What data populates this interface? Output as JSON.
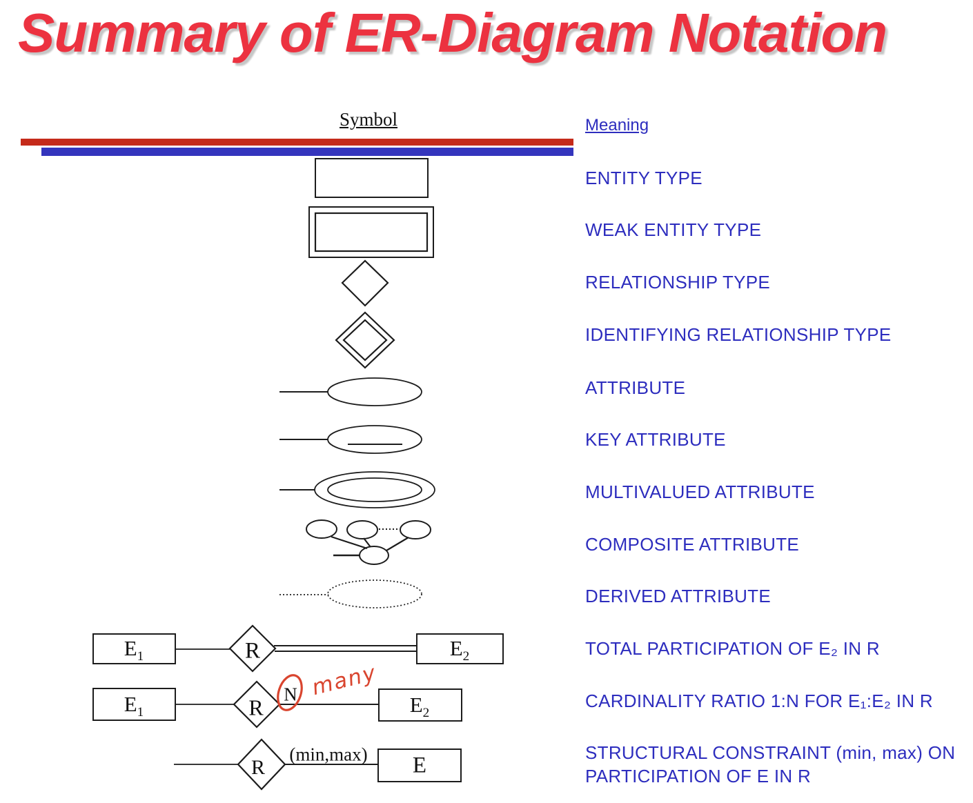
{
  "title": "Summary of ER-Diagram Notation",
  "columns": {
    "symbol": "Symbol",
    "meaning": "Meaning"
  },
  "colors": {
    "title_red": "#ec3240",
    "bar_red": "#c52a1a",
    "bar_blue": "#3435bd",
    "meaning_blue": "#2d2dbe",
    "annotation_red": "#d9452f",
    "line_black": "#1c1c1c"
  },
  "rows": [
    {
      "symbol": "entity-type",
      "meaning": "ENTITY TYPE"
    },
    {
      "symbol": "weak-entity-type",
      "meaning": "WEAK ENTITY TYPE"
    },
    {
      "symbol": "relationship-type",
      "meaning": "RELATIONSHIP TYPE"
    },
    {
      "symbol": "identifying-relationship-type",
      "meaning": "IDENTIFYING RELATIONSHIP TYPE"
    },
    {
      "symbol": "attribute",
      "meaning": "ATTRIBUTE"
    },
    {
      "symbol": "key-attribute",
      "meaning": "KEY ATTRIBUTE"
    },
    {
      "symbol": "multivalued-attribute",
      "meaning": "MULTIVALUED ATTRIBUTE"
    },
    {
      "symbol": "composite-attribute",
      "meaning": "COMPOSITE ATTRIBUTE"
    },
    {
      "symbol": "derived-attribute",
      "meaning": "DERIVED ATTRIBUTE"
    },
    {
      "symbol": "total-participation",
      "meaning": "TOTAL PARTICIPATION OF E₂ IN R",
      "labels": {
        "e1_base": "E",
        "e1_sub": "1",
        "r": "R",
        "e2_base": "E",
        "e2_sub": "2"
      }
    },
    {
      "symbol": "cardinality-ratio",
      "meaning": "CARDINALITY RATIO 1:N FOR E₁:E₂ IN R",
      "labels": {
        "e1_base": "E",
        "e1_sub": "1",
        "r": "R",
        "n": "N",
        "e2_base": "E",
        "e2_sub": "2"
      },
      "annotation": "many"
    },
    {
      "symbol": "structural-constraint",
      "meaning": "STRUCTURAL CONSTRAINT (min, max) ON",
      "meaning_line2": "PARTICIPATION OF E IN R",
      "labels": {
        "r": "R",
        "constraint": "(min,max)",
        "e_base": "E"
      }
    }
  ]
}
